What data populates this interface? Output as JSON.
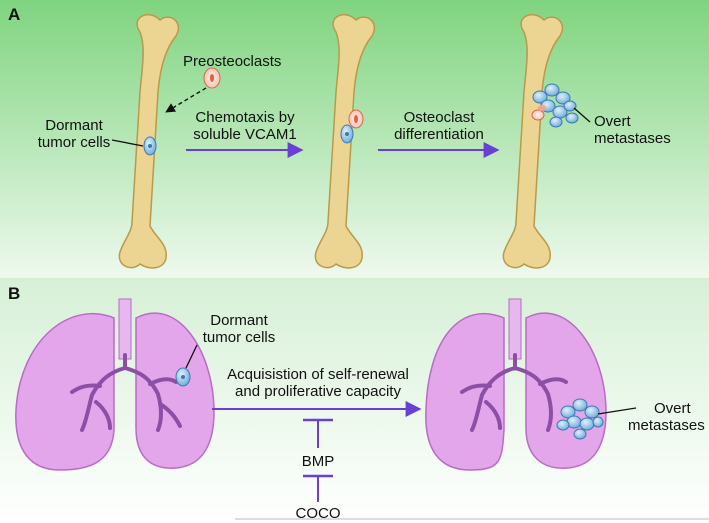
{
  "panel_a": {
    "letter": "A",
    "labels": {
      "preosteoclasts": "Preosteoclasts",
      "dormant_line1": "Dormant",
      "dormant_line2": "tumor cells",
      "chemotaxis_line1": "Chemotaxis by",
      "chemotaxis_line2": "soluble VCAM1",
      "osteoclast_line1": "Osteoclast",
      "osteoclast_line2": "differentiation",
      "overt_line1": "Overt",
      "overt_line2": "metastases"
    }
  },
  "panel_b": {
    "letter": "B",
    "labels": {
      "dormant_line1": "Dormant",
      "dormant_line2": "tumor cells",
      "acquisition_line1": "Acquisistion of self-renewal",
      "acquisition_line2": "and proliferative capacity",
      "bmp": "BMP",
      "coco": "COCO",
      "overt_line1": "Overt",
      "overt_line2": "metastases"
    }
  },
  "colors": {
    "panel_a_bg_top": "#7fd47f",
    "panel_a_bg_bottom": "#eef9ee",
    "bone": "#ecd592",
    "bone_edge": "#b89a4a",
    "lung": "#e3a6ea",
    "lung_edge": "#b96bc6",
    "bronchi": "#8b4fa6",
    "trachea": "#e7b8ee",
    "arrow": "#6a3fd6",
    "inhibitor": "#6a3fd6",
    "tumor_cell": "#8fc3ea",
    "preosteoclast": "#f08060"
  }
}
